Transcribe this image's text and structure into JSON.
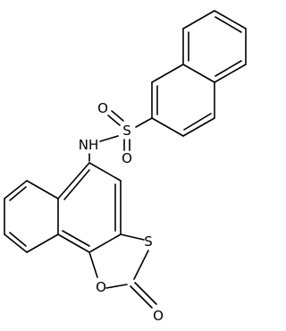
{
  "structure": {
    "atoms": {
      "sulfonyl_o_left": "O",
      "sulfonyl_s": "S",
      "sulfonyl_o_bottom": "O",
      "amide_nh": "NH",
      "ring_s": "S",
      "ring_o": "O",
      "carbonyl_o": "O"
    }
  }
}
